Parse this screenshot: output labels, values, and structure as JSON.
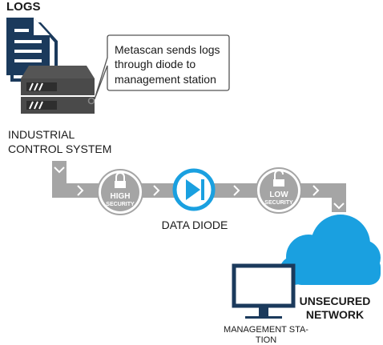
{
  "labels": {
    "logs": "LOGS",
    "callout_line1": "Metascan sends logs",
    "callout_line2": "through diode to",
    "callout_line3": "management station",
    "ics_line1": "INDUSTRIAL",
    "ics_line2": "CONTROL SYSTEM",
    "high_line1": "HIGH",
    "high_line2": "SECURITY",
    "diode": "DATA DIODE",
    "low_line1": "LOW",
    "low_line2": "SECURITY",
    "network_line1": "UNSECURED",
    "network_line2": "NETWORK",
    "station_line1": "MANAGEMENT STA-",
    "station_line2": "TION"
  },
  "icons": {
    "document": "document-icon",
    "server": "server-icon",
    "lock_closed": "lock-closed-icon",
    "lock_open": "lock-open-icon",
    "diode": "diode-icon",
    "cloud": "cloud-icon",
    "monitor": "monitor-icon"
  },
  "colors": {
    "navy": "#1b3a5c",
    "blue": "#1aa0e0",
    "gray": "#a5a5a5",
    "text": "#1a1a1a"
  }
}
